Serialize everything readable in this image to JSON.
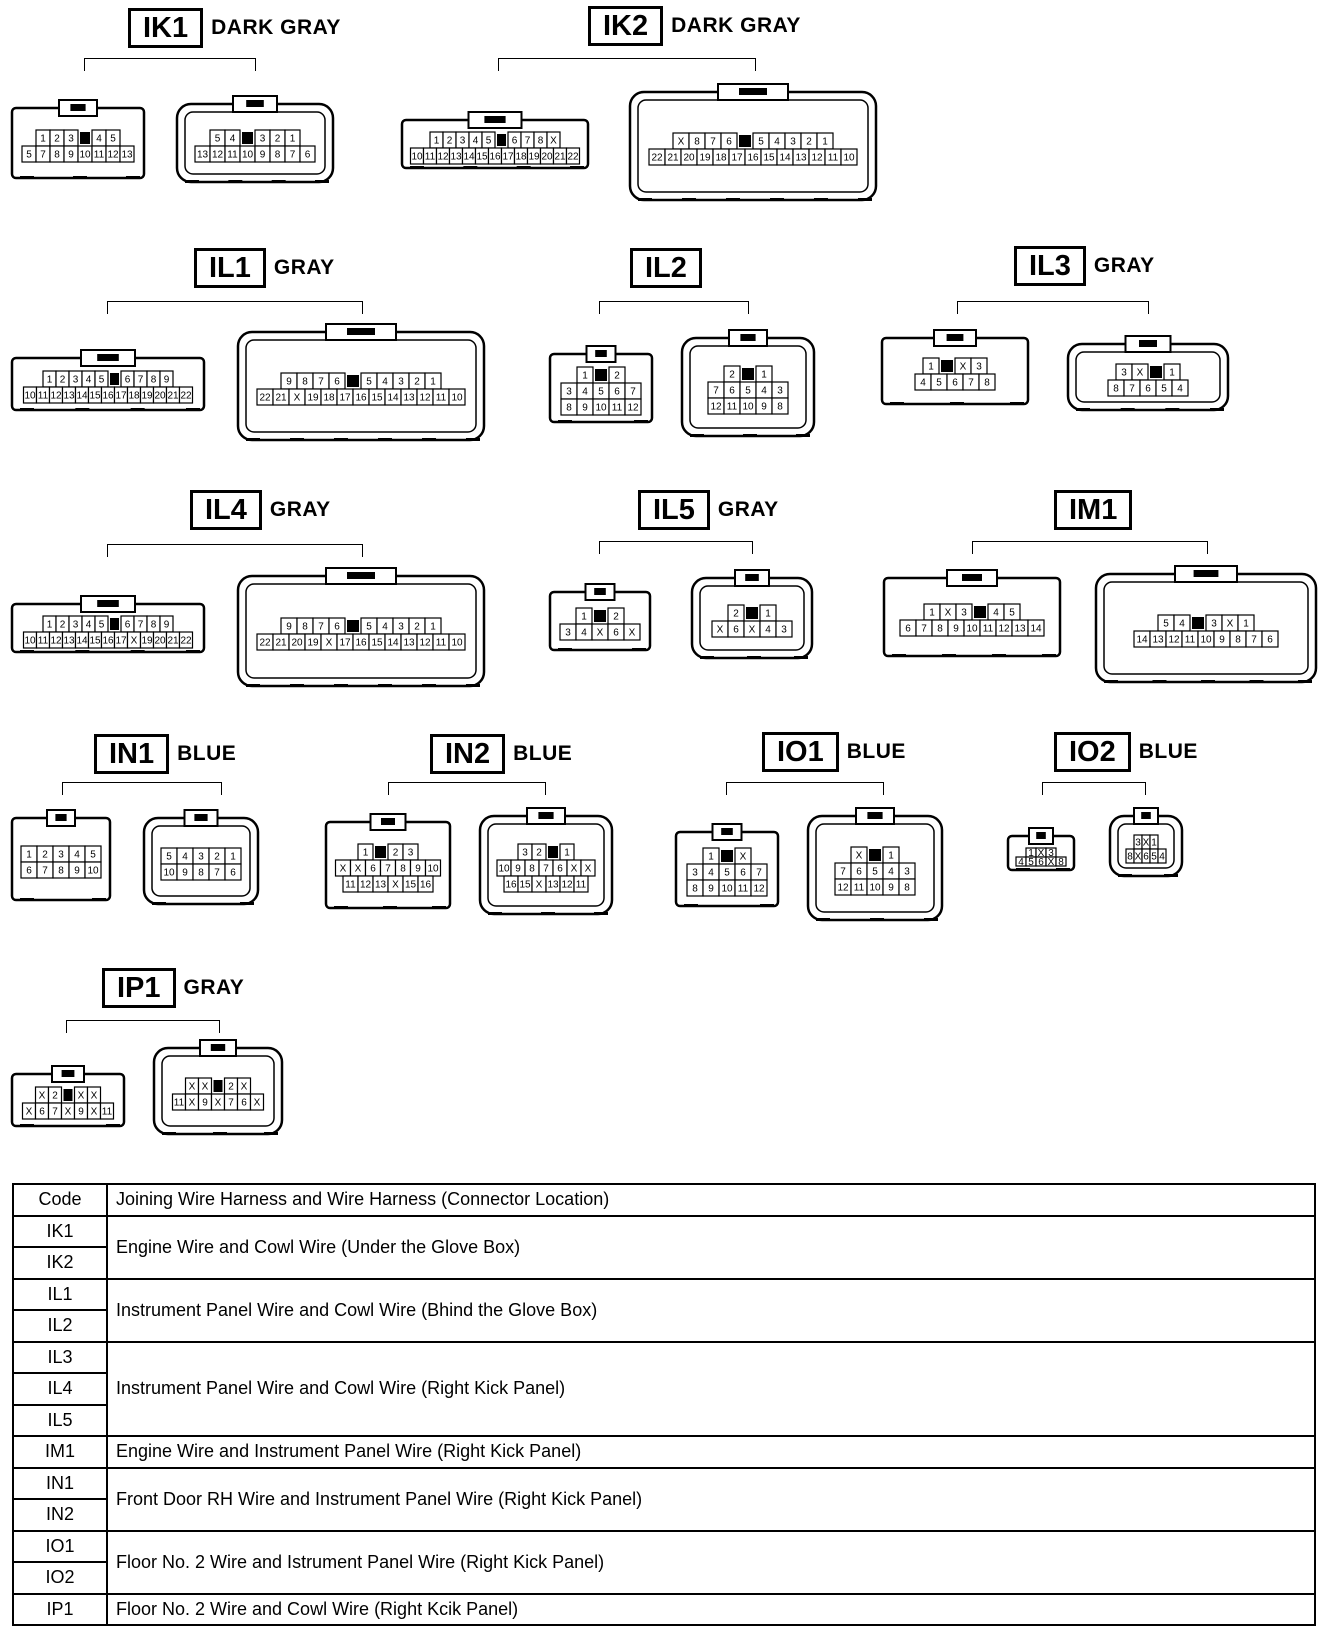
{
  "connectors": [
    {
      "id": "ik1",
      "code": "IK1",
      "color": "DARK GRAY",
      "type": "a",
      "m": {
        "top": [
          "1",
          "2",
          "3",
          "",
          "4",
          "5"
        ],
        "bot": [
          "5",
          "7",
          "8",
          "9",
          "10",
          "11",
          "12",
          "13"
        ]
      },
      "f": {
        "top": [
          "5",
          "4",
          "",
          "3",
          "2",
          "1"
        ],
        "bot": [
          "13",
          "12",
          "11",
          "10",
          "9",
          "8",
          "7",
          "6"
        ]
      }
    },
    {
      "id": "ik2",
      "code": "IK2",
      "color": "DARK GRAY",
      "type": "a",
      "m": {
        "top": [
          "1",
          "2",
          "3",
          "4",
          "5",
          "",
          "6",
          "7",
          "8",
          "X"
        ],
        "bot": [
          "10",
          "11",
          "12",
          "13",
          "14",
          "15",
          "16",
          "17",
          "18",
          "19",
          "20",
          "21",
          "22"
        ]
      },
      "f": {
        "top": [
          "X",
          "8",
          "7",
          "6",
          "",
          "5",
          "4",
          "3",
          "2",
          "1"
        ],
        "bot": [
          "22",
          "21",
          "20",
          "19",
          "18",
          "17",
          "16",
          "15",
          "14",
          "13",
          "12",
          "11",
          "10"
        ]
      }
    },
    {
      "id": "il1",
      "code": "IL1",
      "color": "GRAY",
      "type": "a",
      "m": {
        "top": [
          "1",
          "2",
          "3",
          "4",
          "5",
          "",
          "6",
          "7",
          "8",
          "9"
        ],
        "bot": [
          "10",
          "11",
          "12",
          "13",
          "14",
          "15",
          "16",
          "17",
          "18",
          "19",
          "20",
          "21",
          "22"
        ]
      },
      "f": {
        "top": [
          "9",
          "8",
          "7",
          "6",
          "",
          "5",
          "4",
          "3",
          "2",
          "1"
        ],
        "bot": [
          "22",
          "21",
          "X",
          "19",
          "18",
          "17",
          "16",
          "15",
          "14",
          "13",
          "12",
          "11",
          "10"
        ]
      }
    },
    {
      "id": "il2",
      "code": "IL2",
      "color": "",
      "type": "b",
      "m": {
        "top": [
          "1",
          "",
          "2"
        ],
        "mid": [
          "3",
          "4",
          "5",
          "6",
          "7"
        ],
        "bot": [
          "8",
          "9",
          "10",
          "11",
          "12"
        ]
      },
      "f": {
        "top": [
          "2",
          "",
          "1"
        ],
        "mid": [
          "7",
          "6",
          "5",
          "4",
          "3"
        ],
        "bot": [
          "12",
          "11",
          "10",
          "9",
          "8"
        ]
      }
    },
    {
      "id": "il3",
      "code": "IL3",
      "color": "GRAY",
      "type": "b",
      "m": {
        "top": [
          "1",
          "",
          "X",
          "3"
        ],
        "mid": [
          "4",
          "5",
          "6",
          "7",
          "8"
        ],
        "bot": []
      },
      "f": {
        "top": [
          "3",
          "X",
          "",
          "1"
        ],
        "mid": [
          "8",
          "7",
          "6",
          "5",
          "4"
        ],
        "bot": []
      }
    },
    {
      "id": "il4",
      "code": "IL4",
      "color": "GRAY",
      "type": "a",
      "m": {
        "top": [
          "1",
          "2",
          "3",
          "4",
          "5",
          "",
          "6",
          "7",
          "8",
          "9"
        ],
        "bot": [
          "10",
          "11",
          "12",
          "13",
          "14",
          "15",
          "16",
          "17",
          "X",
          "19",
          "20",
          "21",
          "22"
        ]
      },
      "f": {
        "top": [
          "9",
          "8",
          "7",
          "6",
          "",
          "5",
          "4",
          "3",
          "2",
          "1"
        ],
        "bot": [
          "22",
          "21",
          "20",
          "19",
          "X",
          "17",
          "16",
          "15",
          "14",
          "13",
          "12",
          "11",
          "10"
        ]
      }
    },
    {
      "id": "il5",
      "code": "IL5",
      "color": "GRAY",
      "type": "b",
      "m": {
        "top": [
          "1",
          "",
          "2"
        ],
        "mid": [
          "3",
          "4",
          "X",
          "6",
          "X"
        ],
        "bot": []
      },
      "f": {
        "top": [
          "2",
          "",
          "1"
        ],
        "mid": [
          "X",
          "6",
          "X",
          "4",
          "3"
        ],
        "bot": []
      }
    },
    {
      "id": "im1",
      "code": "IM1",
      "color": "",
      "type": "a",
      "m": {
        "top": [
          "1",
          "X",
          "3",
          "",
          "4",
          "5"
        ],
        "bot": [
          "6",
          "7",
          "8",
          "9",
          "10",
          "11",
          "12",
          "13",
          "14"
        ]
      },
      "f": {
        "top": [
          "5",
          "4",
          "",
          "3",
          "X",
          "1"
        ],
        "bot": [
          "14",
          "13",
          "12",
          "11",
          "10",
          "9",
          "8",
          "7",
          "6"
        ]
      }
    },
    {
      "id": "in1",
      "code": "IN1",
      "color": "BLUE",
      "type": "b",
      "m": {
        "top": [
          "1",
          "2",
          "3",
          "4",
          "5"
        ],
        "mid": [
          "6",
          "7",
          "8",
          "9",
          "10"
        ],
        "bot": []
      },
      "f": {
        "top": [
          "5",
          "4",
          "3",
          "2",
          "1"
        ],
        "mid": [
          "10",
          "9",
          "8",
          "7",
          "6"
        ],
        "bot": []
      }
    },
    {
      "id": "in2",
      "code": "IN2",
      "color": "BLUE",
      "type": "b",
      "m": {
        "top": [
          "1",
          "",
          "2",
          "3"
        ],
        "mid": [
          "X",
          "X",
          "6",
          "7",
          "8",
          "9",
          "10"
        ],
        "bot": [
          "11",
          "12",
          "13",
          "X",
          "15",
          "16"
        ]
      },
      "f": {
        "top": [
          "3",
          "2",
          "",
          "1"
        ],
        "mid": [
          "10",
          "9",
          "8",
          "7",
          "6",
          "X",
          "X"
        ],
        "bot": [
          "16",
          "15",
          "X",
          "13",
          "12",
          "11"
        ]
      }
    },
    {
      "id": "io1",
      "code": "IO1",
      "color": "BLUE",
      "type": "b",
      "m": {
        "top": [
          "1",
          "",
          "X"
        ],
        "mid": [
          "3",
          "4",
          "5",
          "6",
          "7"
        ],
        "bot": [
          "8",
          "9",
          "10",
          "11",
          "12"
        ]
      },
      "f": {
        "top": [
          "X",
          "",
          "1"
        ],
        "mid": [
          "7",
          "6",
          "5",
          "4",
          "3"
        ],
        "bot": [
          "12",
          "11",
          "10",
          "9",
          "8"
        ]
      }
    },
    {
      "id": "io2",
      "code": "IO2",
      "color": "BLUE",
      "type": "b",
      "m": {
        "top": [
          "1",
          "X",
          "3"
        ],
        "mid": [
          "4",
          "5",
          "6",
          "X",
          "8"
        ],
        "bot": []
      },
      "f": {
        "top": [
          "3",
          "X",
          "1"
        ],
        "mid": [
          "8",
          "X",
          "6",
          "5",
          "4"
        ],
        "bot": []
      }
    },
    {
      "id": "ip1",
      "code": "IP1",
      "color": "GRAY",
      "type": "b",
      "m": {
        "top": [
          "X",
          "2",
          "",
          "X",
          "X"
        ],
        "mid": [
          "X",
          "6",
          "7",
          "X",
          "9",
          "X",
          "11"
        ],
        "bot": []
      },
      "f": {
        "top": [
          "X",
          "X",
          "",
          "2",
          "X"
        ],
        "mid": [
          "11",
          "X",
          "9",
          "X",
          "7",
          "6",
          "X"
        ],
        "bot": []
      }
    }
  ],
  "table": {
    "header": {
      "code": "Code",
      "desc": "Joining Wire Harness and Wire Harness (Connector Location)"
    },
    "rows": [
      {
        "codes": [
          "IK1",
          "IK2"
        ],
        "desc": "Engine Wire and Cowl Wire (Under the Glove Box)"
      },
      {
        "codes": [
          "IL1",
          "IL2"
        ],
        "desc": "Instrument Panel Wire and Cowl Wire (Bhind the Glove Box)"
      },
      {
        "codes": [
          "IL3",
          "IL4",
          "IL5"
        ],
        "desc": "Instrument Panel Wire and Cowl Wire (Right Kick Panel)"
      },
      {
        "codes": [
          "IM1"
        ],
        "desc": "Engine Wire and Instrument Panel Wire (Right Kick Panel)"
      },
      {
        "codes": [
          "IN1",
          "IN2"
        ],
        "desc": "Front Door RH Wire and Instrument Panel Wire (Right Kick Panel)"
      },
      {
        "codes": [
          "IO1",
          "IO2"
        ],
        "desc": "Floor No. 2 Wire and Istrument Panel Wire (Right Kick Panel)"
      },
      {
        "codes": [
          "IP1"
        ],
        "desc": "Floor No. 2 Wire and Cowl Wire (Right Kcik Panel)"
      }
    ]
  }
}
